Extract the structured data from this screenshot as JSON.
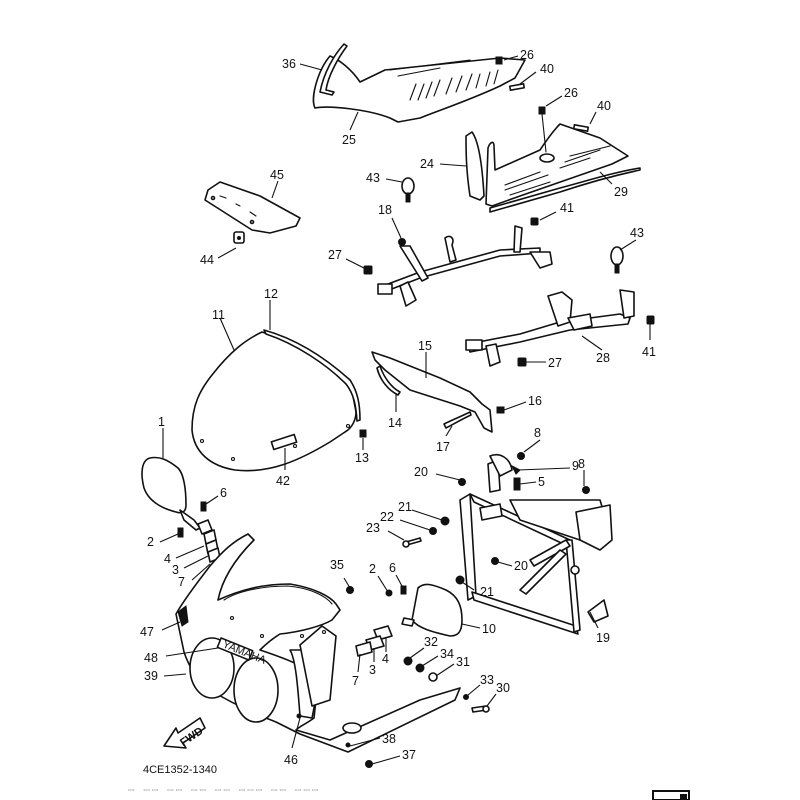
{
  "diagram": {
    "title": "Cowling parts diagram",
    "drawing_code": "4CE1352-1340",
    "direction_arrow": "FWD",
    "brand_decal": "YAMAHA",
    "footer_text": "ꟷ ꟷꟷ ꟷꟷ ꟷꟷ ꟷꟷ ꟷꟷꟷ ꟷꟷ ꟷꟷꟷ",
    "parts": [
      {
        "no": "1",
        "name": "mirror-left"
      },
      {
        "no": "2",
        "name": "bolt"
      },
      {
        "no": "3",
        "name": "washer"
      },
      {
        "no": "4",
        "name": "plate"
      },
      {
        "no": "5",
        "name": "bolt"
      },
      {
        "no": "6",
        "name": "screw"
      },
      {
        "no": "7",
        "name": "damper"
      },
      {
        "no": "8",
        "name": "nut"
      },
      {
        "no": "9",
        "name": "clip"
      },
      {
        "no": "10",
        "name": "mirror-right"
      },
      {
        "no": "11",
        "name": "windshield"
      },
      {
        "no": "12",
        "name": "windshield-trim"
      },
      {
        "no": "13",
        "name": "screw"
      },
      {
        "no": "14",
        "name": "seal"
      },
      {
        "no": "15",
        "name": "panel"
      },
      {
        "no": "16",
        "name": "screw"
      },
      {
        "no": "17",
        "name": "seal"
      },
      {
        "no": "18",
        "name": "nut"
      },
      {
        "no": "19",
        "name": "cowling-stay"
      },
      {
        "no": "20",
        "name": "nut"
      },
      {
        "no": "21",
        "name": "damper"
      },
      {
        "no": "22",
        "name": "collar"
      },
      {
        "no": "23",
        "name": "bolt"
      },
      {
        "no": "24",
        "name": "inner-panel-right"
      },
      {
        "no": "25",
        "name": "inner-panel-left"
      },
      {
        "no": "26",
        "name": "screw"
      },
      {
        "no": "27",
        "name": "bolt"
      },
      {
        "no": "28",
        "name": "stay"
      },
      {
        "no": "29",
        "name": "trim"
      },
      {
        "no": "30",
        "name": "screw"
      },
      {
        "no": "31",
        "name": "collar"
      },
      {
        "no": "32",
        "name": "damper"
      },
      {
        "no": "33",
        "name": "washer"
      },
      {
        "no": "34",
        "name": "nut"
      },
      {
        "no": "35",
        "name": "nut"
      },
      {
        "no": "36",
        "name": "trim"
      },
      {
        "no": "37",
        "name": "screw"
      },
      {
        "no": "38",
        "name": "washer"
      },
      {
        "no": "39",
        "name": "cowling-body"
      },
      {
        "no": "40",
        "name": "tape"
      },
      {
        "no": "41",
        "name": "bolt"
      },
      {
        "no": "42",
        "name": "emblem"
      },
      {
        "no": "43",
        "name": "clamp"
      },
      {
        "no": "44",
        "name": "nut"
      },
      {
        "no": "45",
        "name": "panel-top"
      },
      {
        "no": "46",
        "name": "grommet"
      },
      {
        "no": "47",
        "name": "graphic"
      },
      {
        "no": "48",
        "name": "emblem-yamaha"
      }
    ],
    "callouts": [
      {
        "label": "36"
      },
      {
        "label": "26"
      },
      {
        "label": "40"
      },
      {
        "label": "26"
      },
      {
        "label": "40"
      },
      {
        "label": "25"
      },
      {
        "label": "24"
      },
      {
        "label": "29"
      },
      {
        "label": "43"
      },
      {
        "label": "45"
      },
      {
        "label": "18"
      },
      {
        "label": "41"
      },
      {
        "label": "44"
      },
      {
        "label": "27"
      },
      {
        "label": "43"
      },
      {
        "label": "12"
      },
      {
        "label": "11"
      },
      {
        "label": "15"
      },
      {
        "label": "28"
      },
      {
        "label": "27"
      },
      {
        "label": "41"
      },
      {
        "label": "16"
      },
      {
        "label": "14"
      },
      {
        "label": "17"
      },
      {
        "label": "1"
      },
      {
        "label": "13"
      },
      {
        "label": "8"
      },
      {
        "label": "20"
      },
      {
        "label": "9"
      },
      {
        "label": "8"
      },
      {
        "label": "42"
      },
      {
        "label": "6"
      },
      {
        "label": "5"
      },
      {
        "label": "21"
      },
      {
        "label": "22"
      },
      {
        "label": "23"
      },
      {
        "label": "2"
      },
      {
        "label": "4"
      },
      {
        "label": "3"
      },
      {
        "label": "7"
      },
      {
        "label": "20"
      },
      {
        "label": "35"
      },
      {
        "label": "2"
      },
      {
        "label": "6"
      },
      {
        "label": "21"
      },
      {
        "label": "47"
      },
      {
        "label": "10"
      },
      {
        "label": "19"
      },
      {
        "label": "32"
      },
      {
        "label": "48"
      },
      {
        "label": "34"
      },
      {
        "label": "4"
      },
      {
        "label": "31"
      },
      {
        "label": "39"
      },
      {
        "label": "7"
      },
      {
        "label": "3"
      },
      {
        "label": "33"
      },
      {
        "label": "30"
      },
      {
        "label": "46"
      },
      {
        "label": "38"
      },
      {
        "label": "37"
      }
    ]
  }
}
